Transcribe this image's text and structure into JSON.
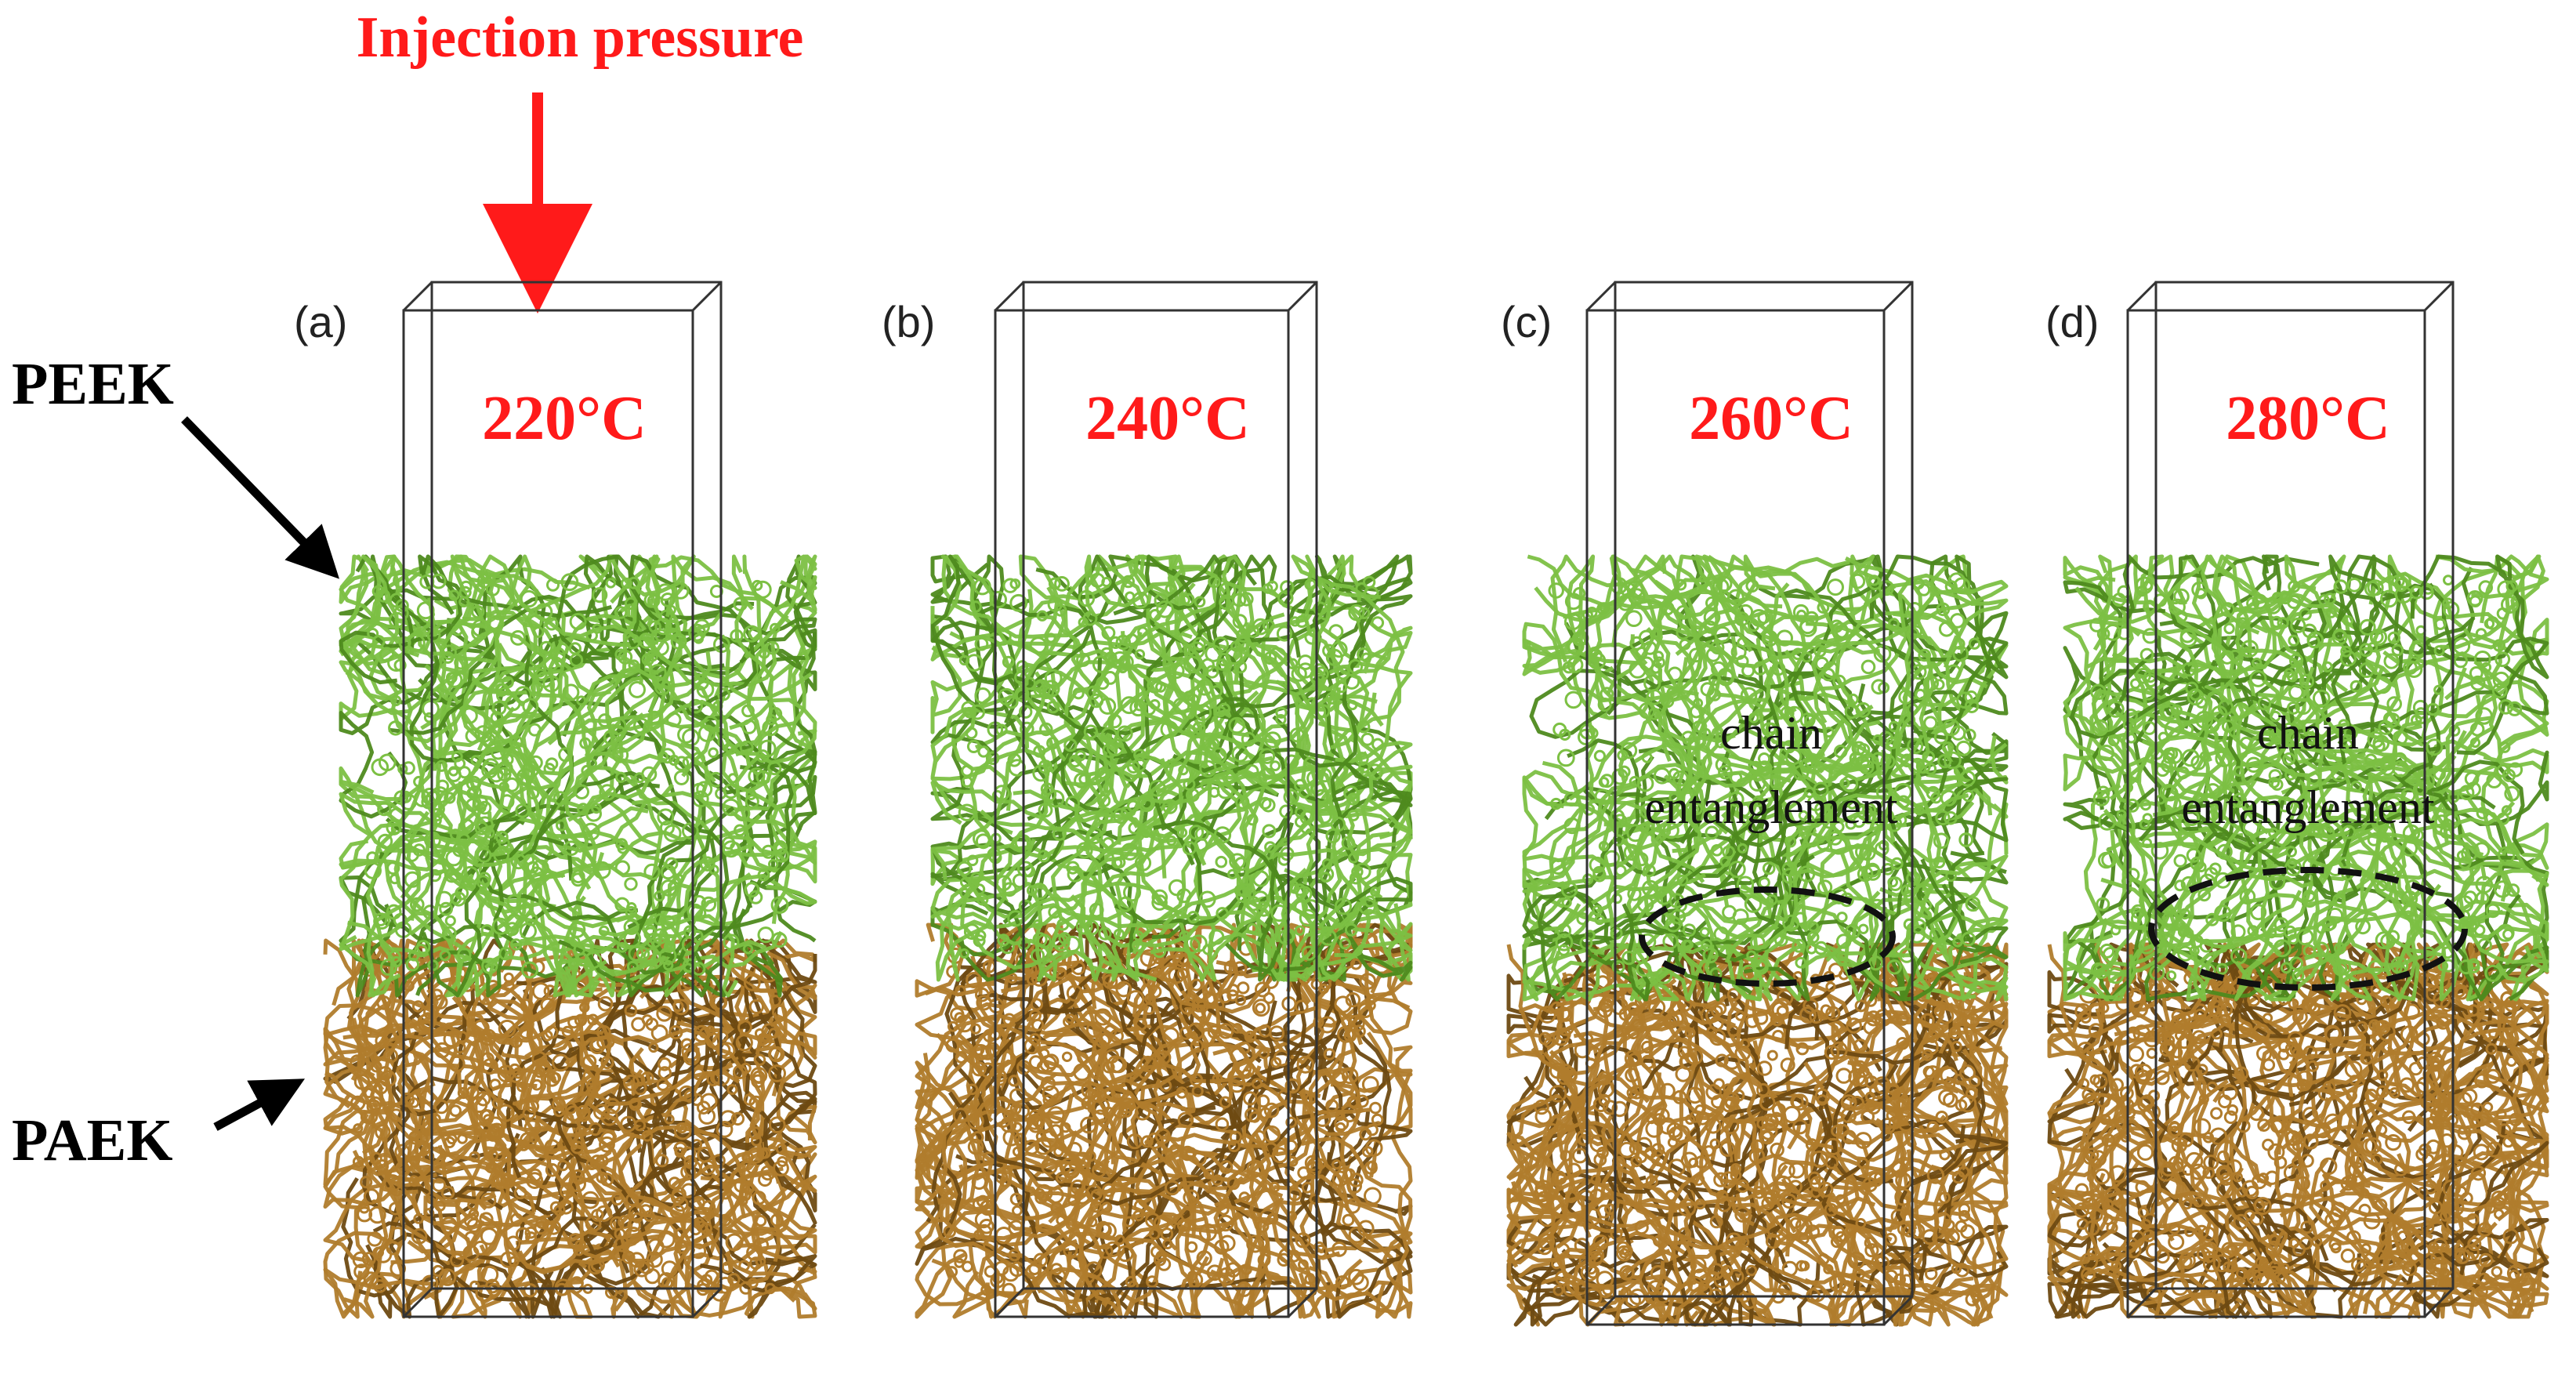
{
  "pressure_label": "Injection pressure",
  "side_labels": {
    "peek": "PEEK",
    "paek": "PAEK"
  },
  "panels": [
    {
      "letter": "(a)",
      "temperature": "220°C",
      "annotation_line1": "",
      "annotation_line2": ""
    },
    {
      "letter": "(b)",
      "temperature": "240°C",
      "annotation_line1": "",
      "annotation_line2": ""
    },
    {
      "letter": "(c)",
      "temperature": "260°C",
      "annotation_line1": "chain",
      "annotation_line2": "entanglement"
    },
    {
      "letter": "(d)",
      "temperature": "280°C",
      "annotation_line1": "chain",
      "annotation_line2": "entanglement"
    }
  ],
  "colors": {
    "peek_green": "#7cc043",
    "peek_dark": "#4e8a1e",
    "paek_brown": "#b07c2c",
    "paek_dark": "#6e4a12",
    "label_red": "#ff1a1a",
    "box_line": "#333333"
  }
}
